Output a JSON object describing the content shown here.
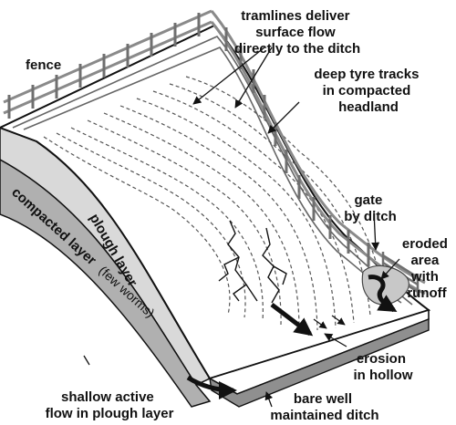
{
  "labels": {
    "fence": "fence",
    "tramlines": [
      "tramlines deliver",
      "surface flow",
      "directly to the ditch"
    ],
    "tyre_tracks": [
      "deep tyre tracks",
      "in compacted",
      "headland"
    ],
    "gate": [
      "gate",
      "by ditch"
    ],
    "eroded": [
      "eroded",
      "area",
      "with",
      "runoff"
    ],
    "plough_layer": "plough layer",
    "compacted_layer": "compacted layer",
    "few_worms": "(few worms)",
    "erosion": [
      "erosion",
      "in hollow"
    ],
    "shallow_flow": [
      "shallow active",
      "flow in plough layer"
    ],
    "ditch": [
      "bare well",
      "maintained ditch"
    ]
  },
  "colors": {
    "ink": "#111111",
    "plough_layer": "#d9d9d9",
    "compacted_layer": "#b0b0b0",
    "field": "#ffffff",
    "fence": "#8a8a8a",
    "eroded_area": "#c8c8c8"
  }
}
